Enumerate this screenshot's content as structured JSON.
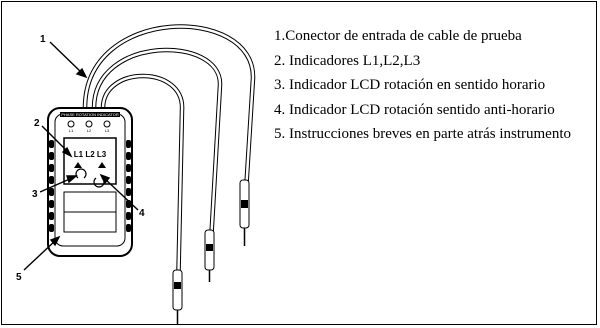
{
  "diagram": {
    "device_title": "PHASE ROTATION INDICATOR",
    "lead_labels": [
      "L1",
      "L2",
      "L3"
    ],
    "lcd_text": "L1 L2 L3",
    "callouts": [
      "1",
      "2",
      "3",
      "4",
      "5"
    ]
  },
  "legend": [
    "1.Conector de entrada de cable de prueba",
    "2. Indicadores L1,L2,L3",
    "3. Indicador LCD rotación en sentido horario",
    "4. Indicador LCD rotación sentido anti-horario",
    "5. Instrucciones breves en parte atrás instrumento"
  ]
}
